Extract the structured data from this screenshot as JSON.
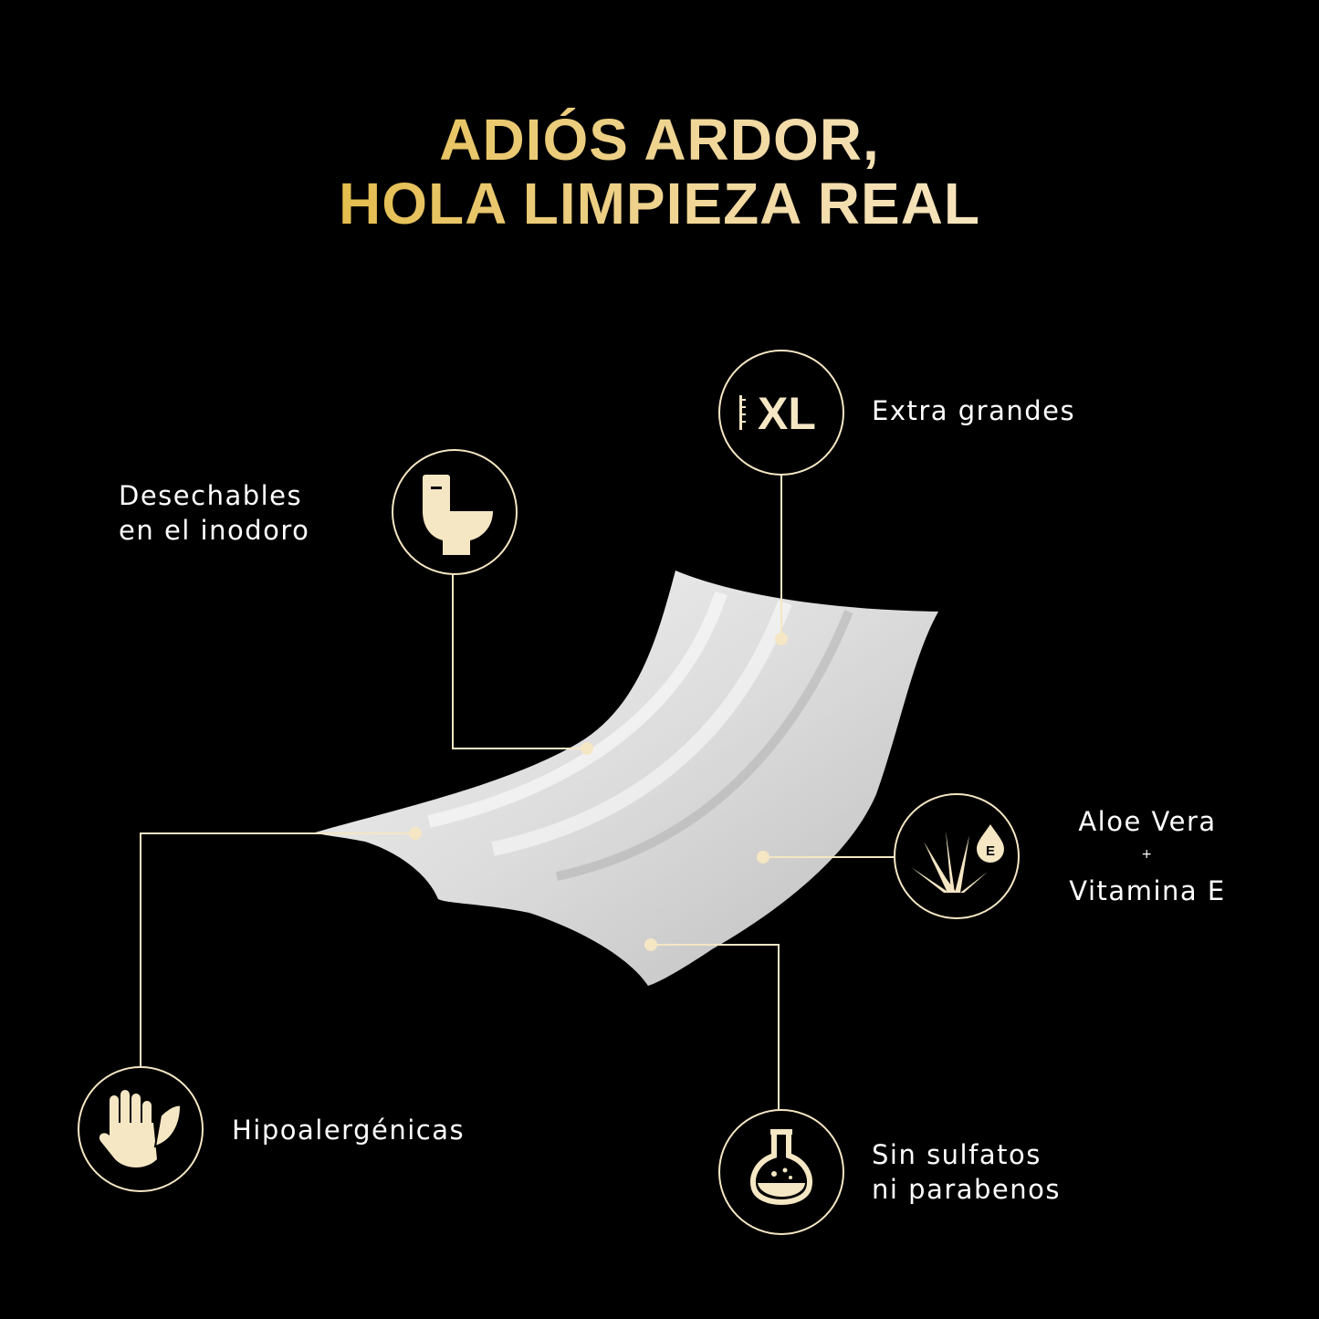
{
  "headline": {
    "line1": "ADIÓS ARDOR,",
    "line2": "HOLA LIMPIEZA REAL"
  },
  "features": {
    "xl": {
      "icon": "xl-size-icon",
      "icon_text": "XL",
      "label": "Extra grandes"
    },
    "flushable": {
      "icon": "toilet-icon",
      "label_line1": "Desechables",
      "label_line2": "en el inodoro"
    },
    "aloe": {
      "icon": "aloe-drop-icon",
      "icon_text": "E",
      "label_line1": "Aloe Vera",
      "plus": "+",
      "label_line2": "Vitamina E"
    },
    "hypoallergenic": {
      "icon": "hand-leaf-icon",
      "label": "Hipoalergénicas"
    },
    "sulfate_free": {
      "icon": "flask-icon",
      "label_line1": "Sin sulfatos",
      "label_line2": "ni parabenos"
    }
  },
  "colors": {
    "background": "#000000",
    "accent": "#f5e6c4",
    "gold_start": "#d4a200",
    "gold_end": "#fcf3e2",
    "text": "#ffffff"
  }
}
